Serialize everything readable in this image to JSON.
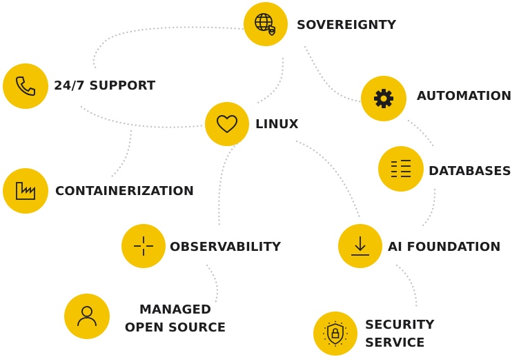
{
  "nodes": {
    "sovereignty": {
      "label": "SOVEREIGNTY",
      "icon": "globe-lock-icon"
    },
    "support": {
      "label": "24/7 SUPPORT",
      "icon": "phone-icon"
    },
    "automation": {
      "label": "AUTOMATION",
      "icon": "gear-icon"
    },
    "linux": {
      "label": "LINUX",
      "icon": "heart-icon"
    },
    "databases": {
      "label": "DATABASES",
      "icon": "database-lines-icon"
    },
    "containerization": {
      "label": "CONTAINERIZATION",
      "icon": "factory-icon"
    },
    "observability": {
      "label": "OBSERVABILITY",
      "icon": "crosshair-icon"
    },
    "ai_foundation": {
      "label": "AI FOUNDATION",
      "icon": "download-icon"
    },
    "managed_open_source": {
      "label_line1": "MANAGED",
      "label_line2": "OPEN SOURCE",
      "icon": "user-icon"
    },
    "security_service": {
      "label_line1": "SECURITY",
      "label_line2": "SERVICE",
      "icon": "shield-lock-icon"
    }
  },
  "colors": {
    "accent": "#f5c400",
    "text": "#1d1d1f",
    "connector": "#c8c8c8"
  }
}
